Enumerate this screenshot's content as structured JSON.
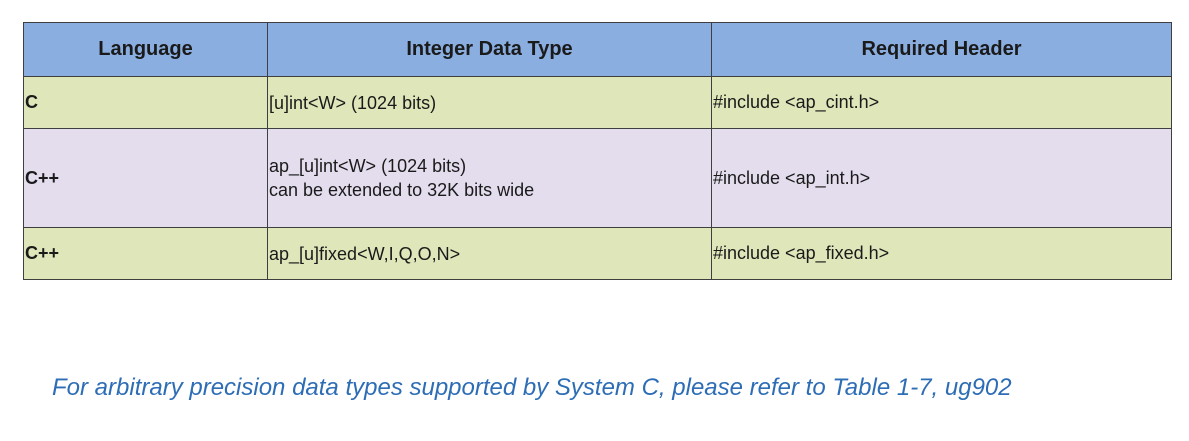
{
  "table": {
    "headers": [
      "Language",
      "Integer Data Type",
      "Required Header"
    ],
    "rows": [
      {
        "language": "C",
        "type_lines": [
          "[u]int<W> (1024 bits)"
        ],
        "header": "#include <ap_cint.h>"
      },
      {
        "language": "C++",
        "type_lines": [
          "ap_[u]int<W> (1024 bits)",
          "can be extended to 32K bits wide"
        ],
        "header": "#include <ap_int.h>"
      },
      {
        "language": "C++",
        "type_lines": [
          "ap_[u]fixed<W,I,Q,O,N>"
        ],
        "header": "#include <ap_fixed.h>"
      }
    ]
  },
  "footnote": "For arbitrary precision data types supported by System C, please refer to Table 1-7, ug902",
  "colors": {
    "header_bg": "#8aaee0",
    "row_green": "#dfe6ba",
    "row_lavender": "#e3ddee",
    "footnote": "#2d6db5"
  }
}
